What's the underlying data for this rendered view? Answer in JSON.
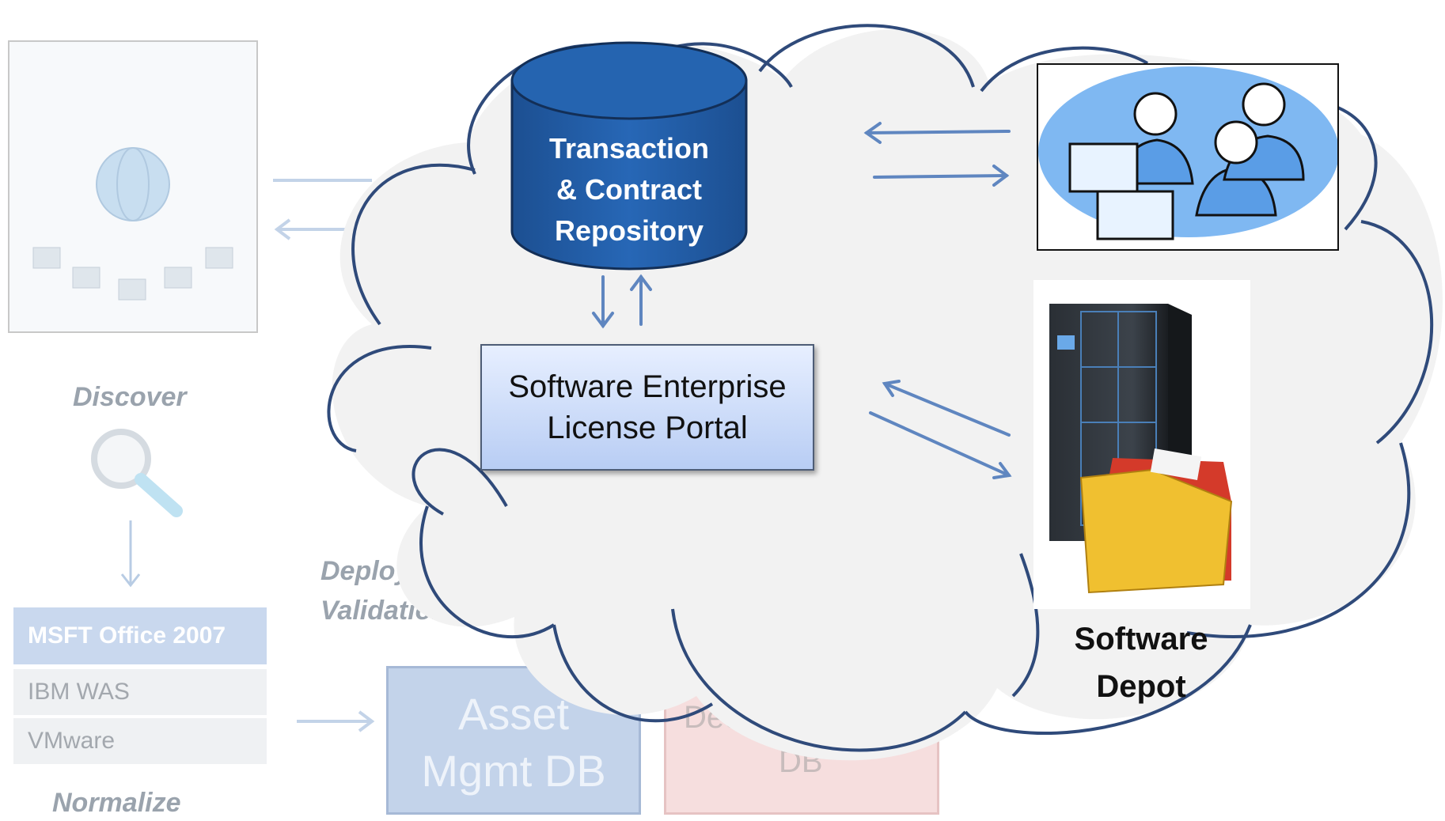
{
  "repository": {
    "line1": "Transaction",
    "line2": "& Contract",
    "line3": "Repository"
  },
  "portal": {
    "line1": "Software Enterprise",
    "line2": "License Portal"
  },
  "depot": {
    "line1": "Software",
    "line2": "Depot"
  },
  "discover": {
    "label": "Discover"
  },
  "deployment": {
    "line1": "Deployme",
    "line2": "Validation"
  },
  "normalize": {
    "rows": [
      "MSFT Office 2007",
      "IBM WAS",
      "VMware"
    ],
    "label": "Normalize"
  },
  "asset_db": {
    "line1": "Asset",
    "line2": "Mgmt DB"
  },
  "dec_db": {
    "line1": "Dec",
    "line2": "DB"
  },
  "colors": {
    "cloud_fill": "#f2f2f2",
    "cloud_stroke": "#2f4a7a",
    "cylinder": "#1f5da8",
    "arrow": "#6a8fc2"
  }
}
